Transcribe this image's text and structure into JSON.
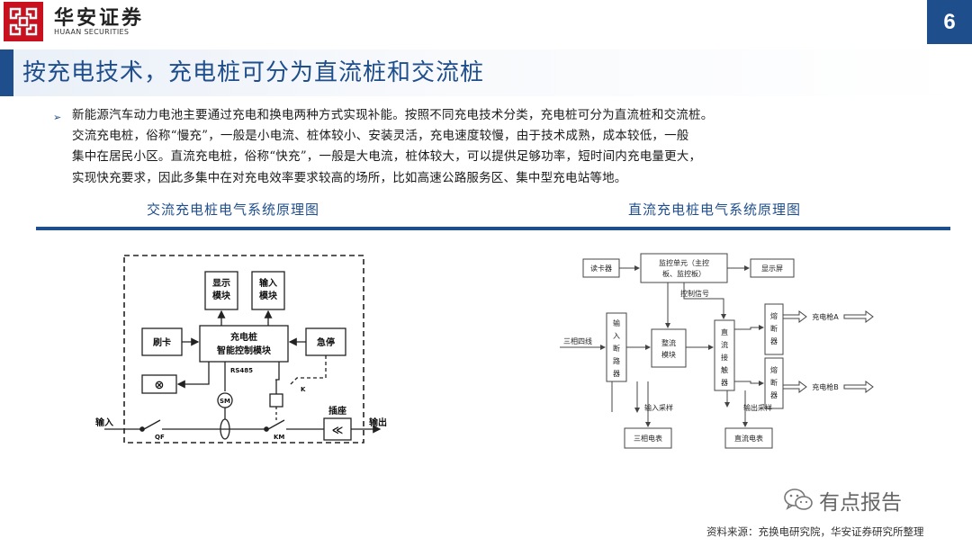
{
  "header": {
    "logo_text": "华安",
    "brand_cn": "华安证券",
    "brand_en": "HUAAN SECURITIES",
    "page_number": "6"
  },
  "slide": {
    "title": "按充电技术，充电桩可分为直流桩和交流桩",
    "body_lines": [
      "新能源汽车动力电池主要通过充电和换电两种方式实现补能。按照不同充电技术分类，充电桩可分为直流桩和交流桩。",
      "交流充电桩，俗称“慢充”，一般是小电流、桩体较小、安装灵活，充电速度较慢，由于技术成熟，成本较低，一般",
      "集中在居民小区。直流充电桩，俗称“快充”，一般是大电流，桩体较大，可以提供足够功率，短时间内充电量更大，",
      "实现快充要求，因此多集中在对充电效率要求较高的场所，比如高速公路服务区、集中型充电站等地。"
    ]
  },
  "figures": {
    "left_caption": "交流充电桩电气系统原理图",
    "right_caption": "直流充电桩电气系统原理图"
  },
  "ac_diagram": {
    "display_module": [
      "显示",
      "模块"
    ],
    "input_module": [
      "输入",
      "模块"
    ],
    "controller": [
      "充电桩",
      "智能控制模块"
    ],
    "card_swipe": "刷卡",
    "estop": "急停",
    "rs485": "RS485",
    "meter_symbol": "⊗",
    "sm_label": "SM",
    "k_label": "K",
    "input_label": "输入",
    "output_label": "输出",
    "qf_label": "QF",
    "km_label": "KM",
    "socket_label": "插座",
    "socket_symbol": "≪"
  },
  "dc_diagram": {
    "card_reader": "读卡器",
    "monitor_unit": [
      "监控单元（主控",
      "板、监控板）"
    ],
    "display_screen": "显示屏",
    "control_signal": "控制信号",
    "three_phase_in": "三相四线",
    "input_breaker": [
      "输",
      "入",
      "断",
      "路",
      "器"
    ],
    "rectifier": [
      "整流",
      "模块"
    ],
    "dc_contactor": [
      "直",
      "流",
      "接",
      "触",
      "器"
    ],
    "fuse1": [
      "熔",
      "断",
      "器"
    ],
    "fuse2": [
      "熔",
      "断",
      "器"
    ],
    "gun_a": "充电枪A",
    "gun_b": "充电枪B",
    "input_sampling": "输入采样",
    "output_sampling": "输出采样",
    "three_phase_meter": "三相电表",
    "dc_meter": "直流电表"
  },
  "watermark": {
    "text": "有点报告"
  },
  "source": "资料来源：充换电研究院，华安证券研究所整理",
  "colors": {
    "brand_red": "#c8101e",
    "navy": "#1f4e8c",
    "diagram_line": "#333333"
  }
}
